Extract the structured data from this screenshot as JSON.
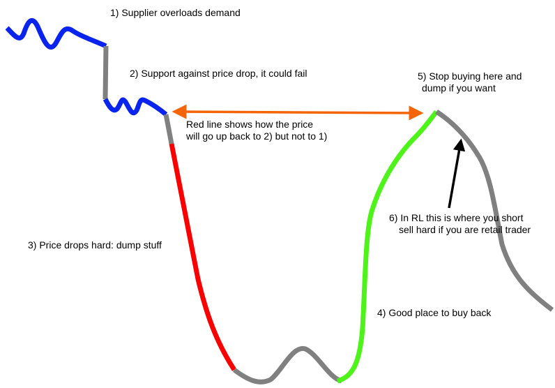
{
  "colors": {
    "blue": "#0a24f0",
    "gray": "#808080",
    "red": "#fa0000",
    "green": "#4ef31a",
    "orange": "#f4650a",
    "black": "#000000"
  },
  "annotations": {
    "supplier_overloads": "1) Supplier overloads demand",
    "support_against_drop": "2) Support against price drop, it could fail",
    "red_line_note": {
      "line1": "Red line shows how the price",
      "line2": "will go up back to 2) but not to 1)"
    },
    "price_drops_hard": "3) Price drops hard: dump stuff",
    "good_place_buy_back": "4) Good place to buy back",
    "stop_buying": {
      "line1": "5) Stop buying here and",
      "line2": "dump if you want"
    },
    "short_sell": {
      "line1": "6) In RL this is where you short",
      "line2": "sell hard if you are retail trader"
    }
  }
}
